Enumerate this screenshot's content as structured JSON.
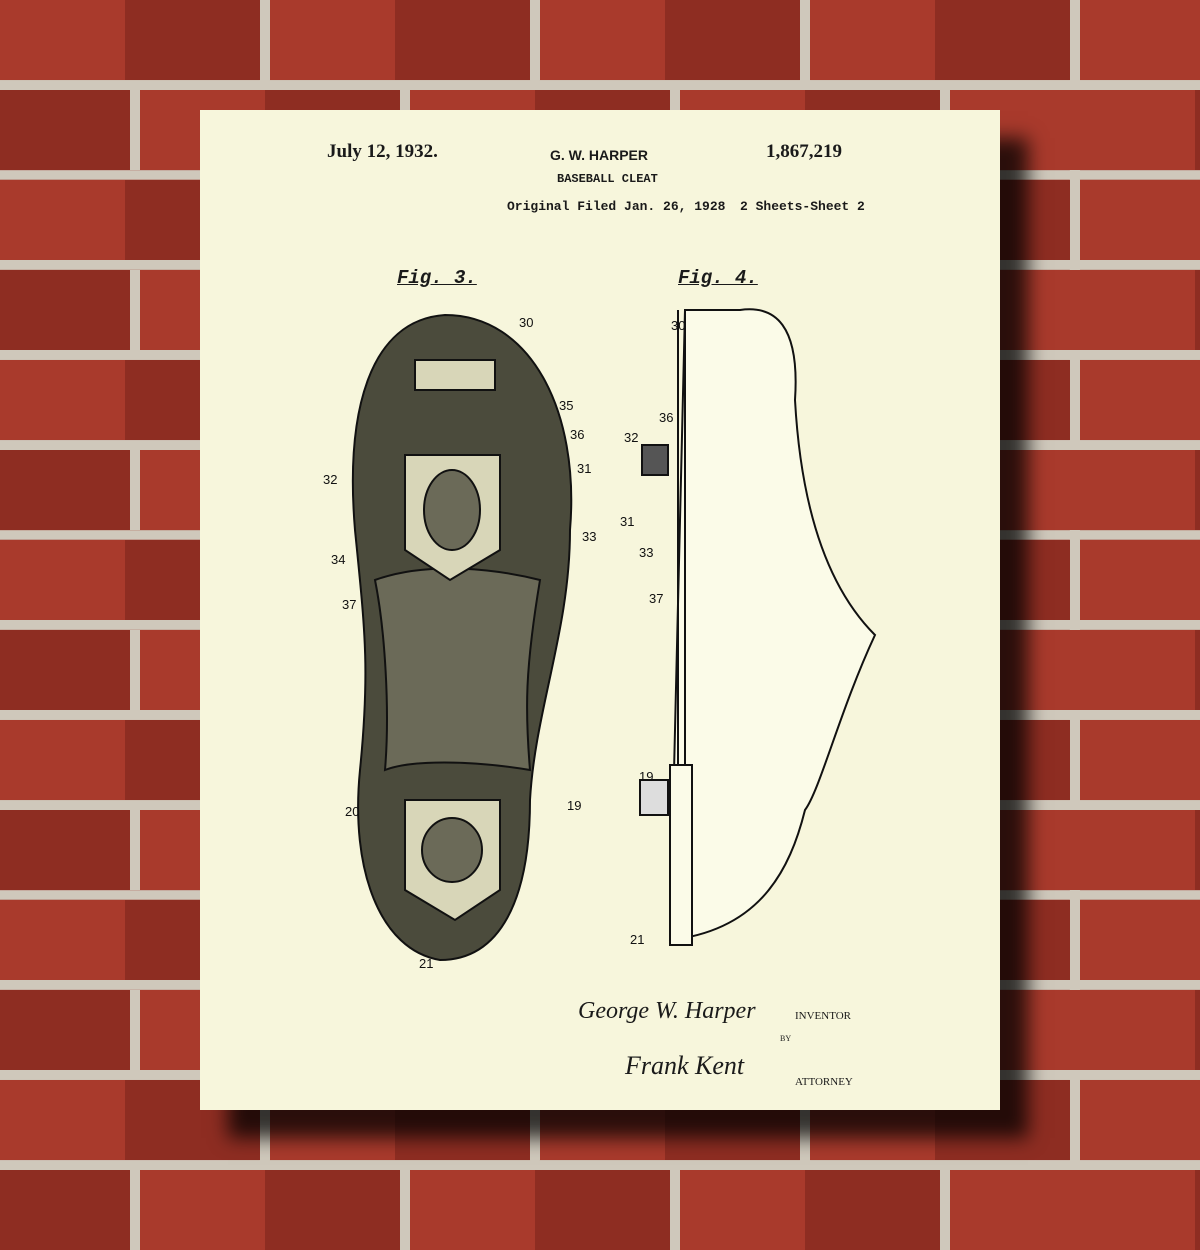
{
  "patent": {
    "date": "July 12, 1932.",
    "inventor_name": "G. W. HARPER",
    "title": "BASEBALL CLEAT",
    "filed": "Original Filed Jan. 26, 1928",
    "sheets": "2 Sheets-Sheet  2",
    "number": "1,867,219",
    "fig3": "Fig. 3.",
    "fig4": "Fig. 4.",
    "fig3_refs": [
      "30",
      "35",
      "36",
      "31",
      "32",
      "33",
      "34",
      "37",
      "20",
      "19",
      "21"
    ],
    "fig4_refs": [
      "30",
      "36",
      "32",
      "31",
      "33",
      "37",
      "19",
      "21"
    ],
    "inventor_label": "INVENTOR",
    "by_label": "BY",
    "attorney_label": "ATTORNEY",
    "signature_inventor": "George W. Harper",
    "signature_attorney": "Frank Kent"
  },
  "colors": {
    "paper": "#f7f6dc",
    "brick": "#a93a2c",
    "mortar": "#cfc8bb"
  }
}
